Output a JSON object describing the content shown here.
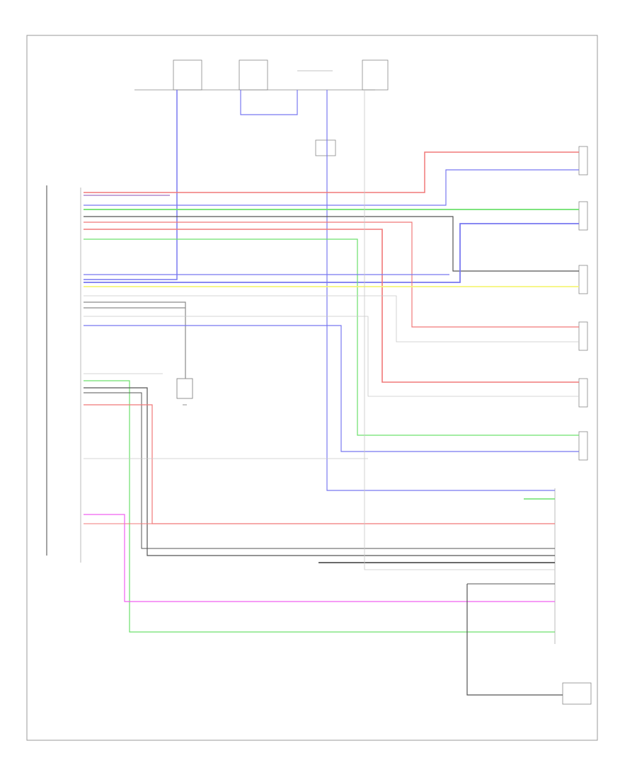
{
  "diagram": {
    "footer_code": "",
    "wire_colors": {
      "blue": "#7878f0",
      "red": "#f07878",
      "green": "#6ce06c",
      "gray": "#8a8a8a",
      "dark": "#555555",
      "yellow": "#f5f57a",
      "magenta": "#f060f0",
      "purple": "#a070c0",
      "light": "#c8c8c8"
    },
    "components": [
      {
        "id": "stereo-component-amplifier",
        "label": ""
      },
      {
        "id": "left-front-tweeter",
        "label": ""
      },
      {
        "id": "right-front-tweeter",
        "label": ""
      },
      {
        "id": "left-rear-speaker",
        "label": ""
      },
      {
        "id": "right-rear-speaker",
        "label": ""
      },
      {
        "id": "left-front-door-speaker",
        "label": ""
      },
      {
        "id": "right-front-door-speaker",
        "label": ""
      },
      {
        "id": "radio-receiver",
        "label": ""
      },
      {
        "id": "antenna-amplifier",
        "label": ""
      }
    ]
  }
}
